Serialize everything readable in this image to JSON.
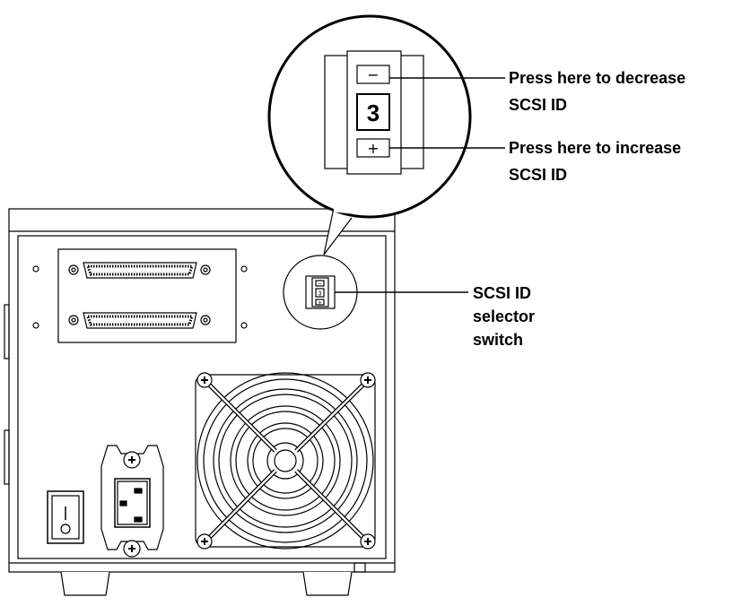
{
  "callouts": {
    "decrease": [
      "Press here to decrease",
      "SCSI ID"
    ],
    "increase": [
      "Press here to increase",
      "SCSI ID"
    ],
    "selector": [
      "SCSI ID",
      "selector",
      "switch"
    ]
  },
  "switch": {
    "id_value": "3",
    "minus_symbol": "−",
    "plus_symbol": "+"
  },
  "power_switch": {
    "on_mark": "|",
    "off_mark": "○"
  }
}
